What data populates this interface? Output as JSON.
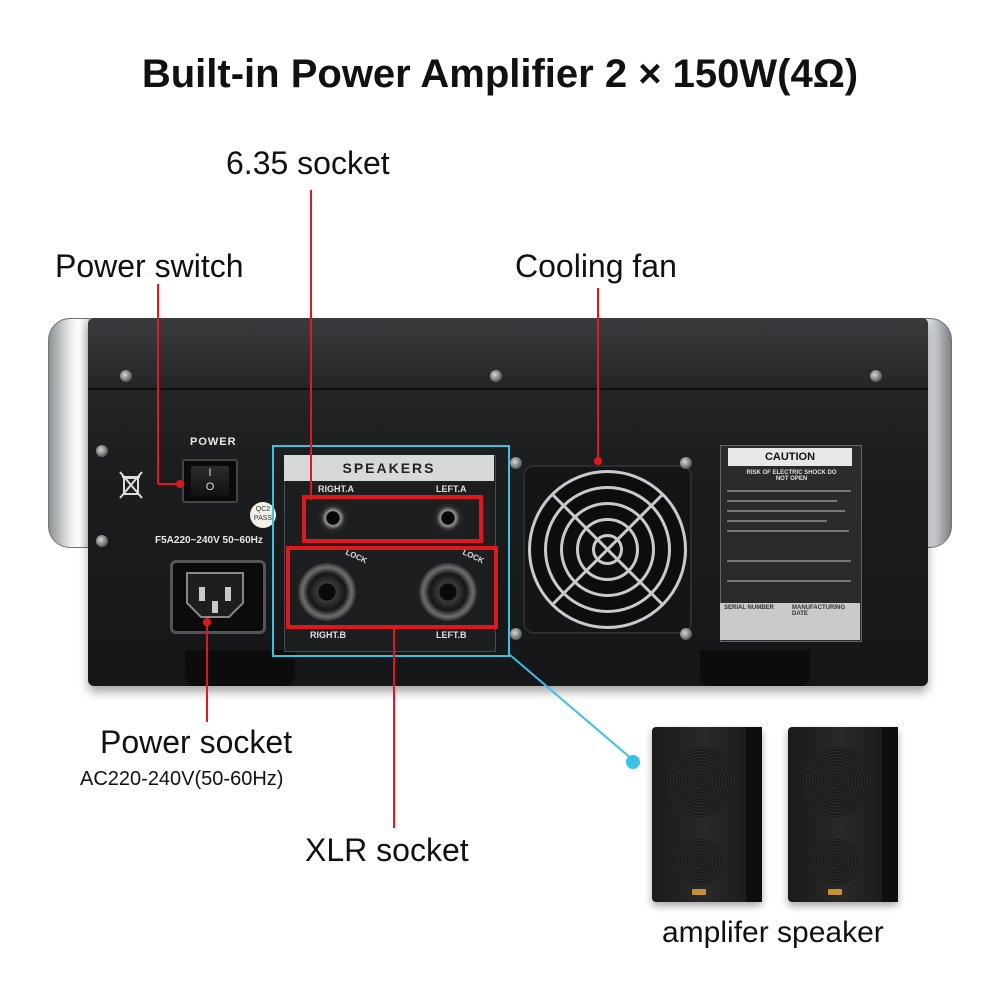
{
  "title": "Built-in Power Amplifier 2 × 150W(4Ω)",
  "callouts": {
    "socket_635": "6.35 socket",
    "power_switch": "Power switch",
    "cooling_fan": "Cooling fan",
    "power_socket": "Power socket",
    "power_socket_spec": "AC220-240V(50-60Hz)",
    "xlr_socket": "XLR socket",
    "amplifier_speaker": "amplifer speaker"
  },
  "panel": {
    "power_label": "POWER",
    "fuse_label": "F5A220~240V 50~60Hz",
    "qc_badge": "QC2 PASS",
    "speakers_title": "SPEAKERS",
    "right_a": "RIGHT.A",
    "left_a": "LEFT.A",
    "right_b": "RIGHT.B",
    "left_b": "LEFT.B",
    "lock": "LOCK",
    "caution_title": "CAUTION",
    "caution_sub": "RISK OF ELECTRIC SHOCK DO NOT OPEN",
    "serial_number": "SERIAL NUMBER",
    "manufacturing_date": "MANUFACTURING DATE"
  },
  "colors": {
    "callout_line": "#e0181d",
    "highlight_red": "#e0181d",
    "highlight_blue": "#39c2e3"
  }
}
